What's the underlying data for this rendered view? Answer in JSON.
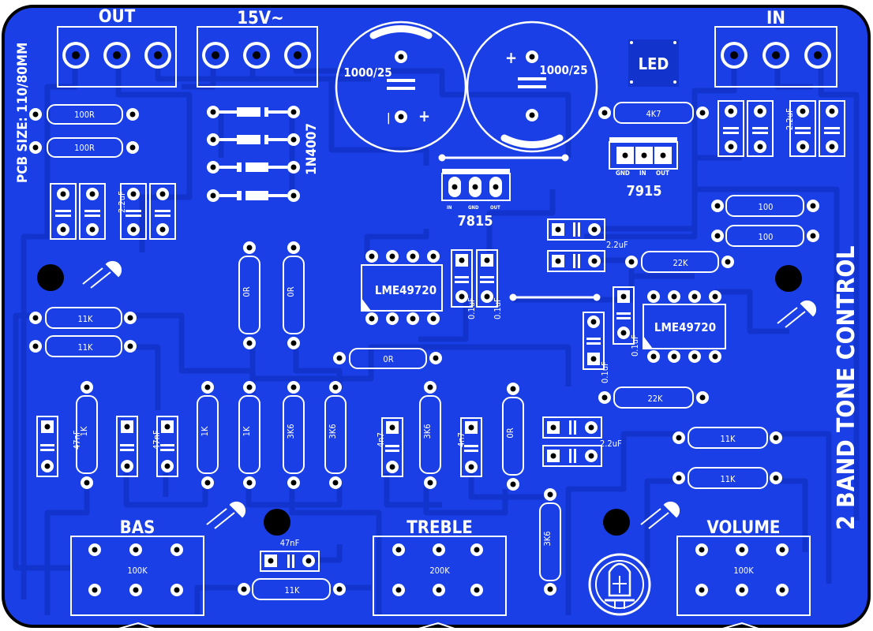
{
  "board": {
    "colors": {
      "background": "#1a3fe6",
      "trace": "#1233cc",
      "silk": "#ffffff",
      "edge": "#000000",
      "pad": "#ffffff",
      "hole": "#000000"
    },
    "side_title": "2 BAND TONE CONTROL",
    "size_label": "PCB SIZE: 110/80MM"
  },
  "connectors": {
    "out": "OUT",
    "power": "15V~",
    "input": "IN",
    "led": "LED"
  },
  "capacitors": {
    "big_left": "1000/25",
    "big_right": "1000/25",
    "c_22uf": "2.2uF",
    "c_01uf": "0.1uF",
    "c_47nf": "47nF",
    "c_4n7": "4n7"
  },
  "resistors": {
    "r100r": "100R",
    "r11k": "11K",
    "r0r": "0R",
    "r4k7": "4K7",
    "r100": "100",
    "r22k": "22K",
    "r3k6": "3K6",
    "r1k": "1K"
  },
  "diodes": {
    "label": "1N4007"
  },
  "regulators": {
    "pos": "7815",
    "neg": "7915",
    "pins_pos": [
      "IN",
      "GND",
      "OUT"
    ],
    "pins_neg": [
      "GND",
      "IN",
      "OUT"
    ]
  },
  "ics": {
    "label": "LME49720"
  },
  "pots": {
    "bass": {
      "title": "BAS",
      "value": "100K"
    },
    "treble": {
      "title": "TREBLE",
      "value": "200K"
    },
    "volume": {
      "title": "VOLUME",
      "value": "100K"
    }
  }
}
